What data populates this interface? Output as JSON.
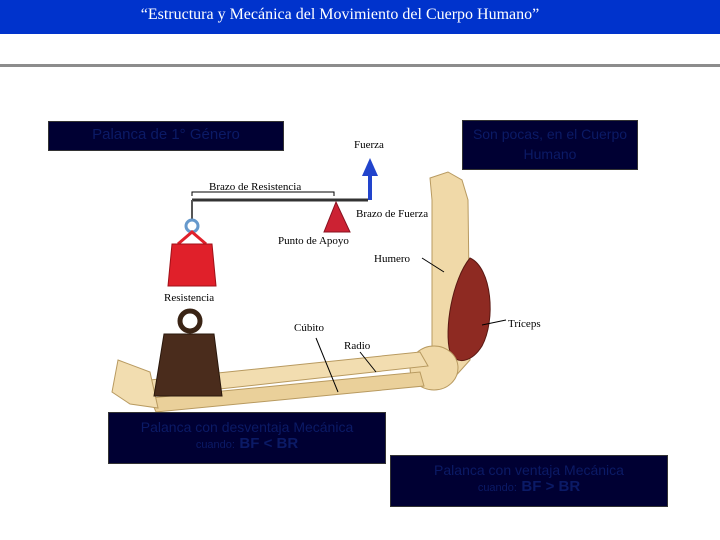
{
  "header": {
    "title": "“Estructura y Mecánica del Movimiento del Cuerpo Humano”"
  },
  "boxes": {
    "lever_title": "Palanca de 1° Género",
    "few_in_body": "Son pocas, en el Cuerpo Humano",
    "disadvantage": {
      "line1": "Palanca con desventaja Mecánica",
      "when": "cuando:",
      "formula": "BF < BR"
    },
    "advantage": {
      "line1": "Palanca con ventaja Mecánica",
      "when": "cuando:",
      "formula": "BF > BR"
    }
  },
  "labels": {
    "fuerza": "Fuerza",
    "brazo_resistencia": "Brazo de Resistencia",
    "brazo_fuerza": "Brazo de Fuerza",
    "punto_apoyo": "Punto de Apoyo",
    "humero": "Humero",
    "resistencia": "Resistencia",
    "triceps": "Tríceps",
    "cubito": "Cúbito",
    "radio": "Radio"
  },
  "colors": {
    "header": "#0033cc",
    "box": "#000033",
    "box_text": "#0b1a66",
    "weight": "#e0202a",
    "arrow": "#2244cc"
  }
}
